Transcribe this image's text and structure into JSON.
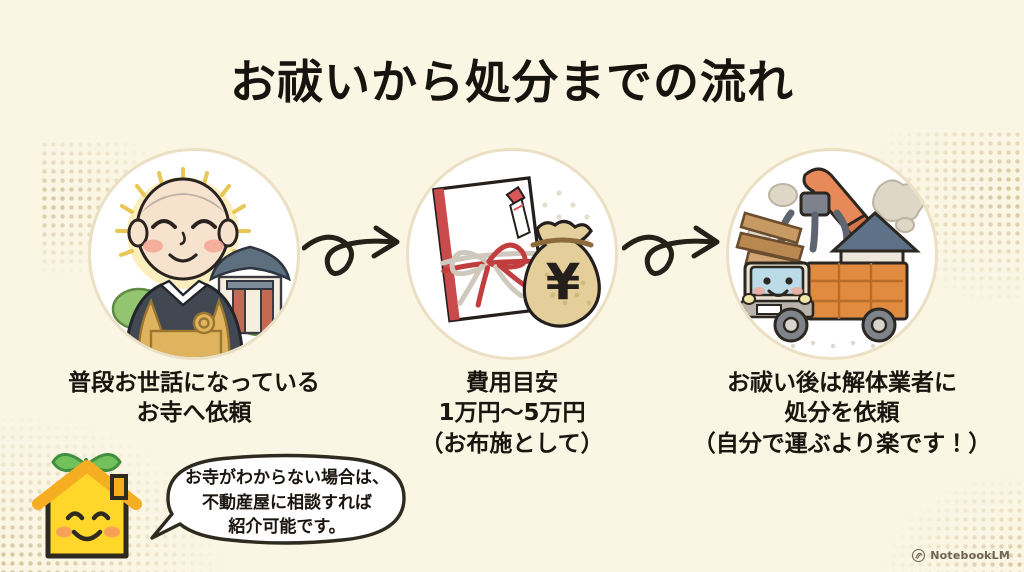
{
  "page": {
    "title": "お祓いから処分までの流れ",
    "background_color": "#fbf5e3",
    "text_color": "#1b1510"
  },
  "steps": [
    {
      "id": "step-1",
      "illustration": "monk-temple-illustration",
      "caption": "普段お世話になっている\nお寺へ依頼",
      "icon_names": [
        "monk-icon",
        "halo-icon",
        "temple-icon",
        "bush-icon"
      ]
    },
    {
      "id": "step-2",
      "illustration": "envelope-money-illustration",
      "caption": "費用目安\n1万円〜5万円\n（お布施として）",
      "icon_names": [
        "noshi-envelope-icon",
        "mizuhiki-bow-icon",
        "money-bag-icon",
        "yen-symbol"
      ],
      "amount_from": "1万円",
      "amount_to": "5万円",
      "yen_symbol": "¥"
    },
    {
      "id": "step-3",
      "illustration": "demolition-truck-illustration",
      "caption": "お祓い後は解体業者に\n処分を依頼\n（自分で運ぶより楽です！）",
      "icon_names": [
        "dump-truck-icon",
        "crane-grabber-icon",
        "house-icon",
        "lumber-icon",
        "smoke-puff-icon"
      ]
    }
  ],
  "arrows": [
    {
      "id": "arrow-1",
      "name": "curly-arrow-icon"
    },
    {
      "id": "arrow-2",
      "name": "curly-arrow-icon"
    }
  ],
  "mascot": {
    "name": "house-mascot-icon",
    "body_color": "#ffd629",
    "roof_color": "#f5ad22",
    "sprout_color": "#5cb85c"
  },
  "speech_bubble": {
    "text": "お寺がわからない場合は、\n不動産屋に相談すれば\n紹介可能です。"
  },
  "watermark": {
    "label": "NotebookLM",
    "icon": "notebooklm-logo-icon"
  }
}
